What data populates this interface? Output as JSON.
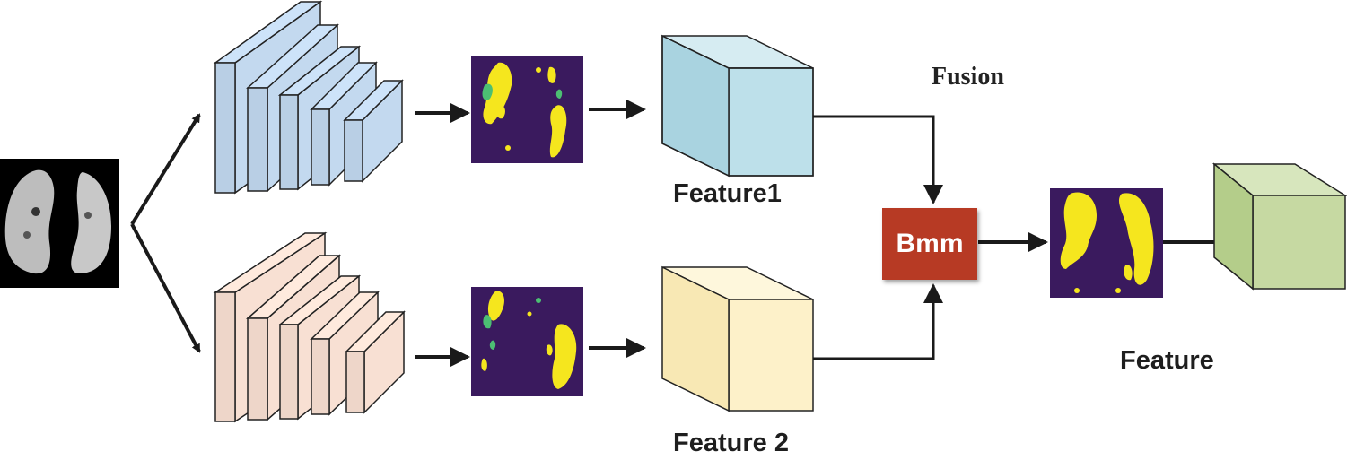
{
  "labels": {
    "feature1": "Feature1",
    "feature2": "Feature 2",
    "fusion": "Fusion",
    "bmm": "Bmm",
    "feature": "Feature"
  },
  "colors": {
    "branch1_layers": "#c3d9ef",
    "branch2_layers": "#f8e0d3",
    "feature1_cube": "#bde0ea",
    "feature2_cube": "#fdf1c9",
    "output_cube": "#c6d9a2",
    "bmm_block": "#b73a24",
    "heatmap_bg": "#3a1a5e",
    "heatmap_yellow": "#f5e61e",
    "heatmap_green": "#4cbf73",
    "arrow": "#1a1a1a"
  },
  "icons": {
    "input": "ct-lung-scan-image",
    "heatmap1": "segmentation-heatmap-1",
    "heatmap2": "segmentation-heatmap-2",
    "heatmap_fused": "fused-segmentation-heatmap"
  }
}
